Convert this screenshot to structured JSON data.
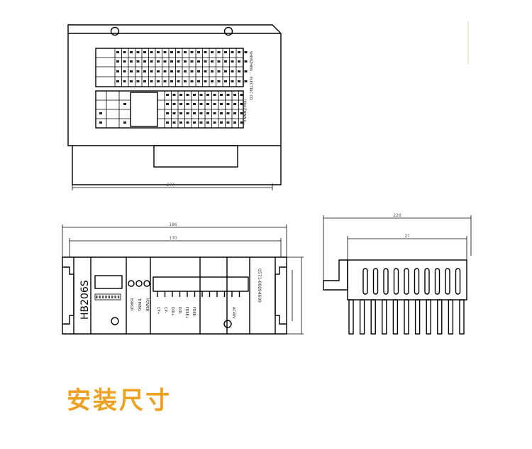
{
  "caption": "安装尺寸",
  "colors": {
    "caption": "#f0a020",
    "line": "#000000"
  },
  "top_view": {
    "company": "SHENZHEN ... ELECTRIC CO",
    "website": "http://www.s...",
    "dim_width": "2??"
  },
  "front_view": {
    "model": "HB206S",
    "phone": "0571-88894699",
    "dim_outer": "186",
    "dim_inner": "170",
    "led_labels": [
      "ERROR",
      "TIMING",
      "POWER"
    ],
    "signal_labels": [
      "CP+",
      "CP-",
      "DIR+",
      "DIR-",
      "FREE+",
      "FREE-"
    ],
    "power_label": "AC40V"
  },
  "side_view": {
    "dim_outer": "226",
    "dim_inner": "2?"
  }
}
